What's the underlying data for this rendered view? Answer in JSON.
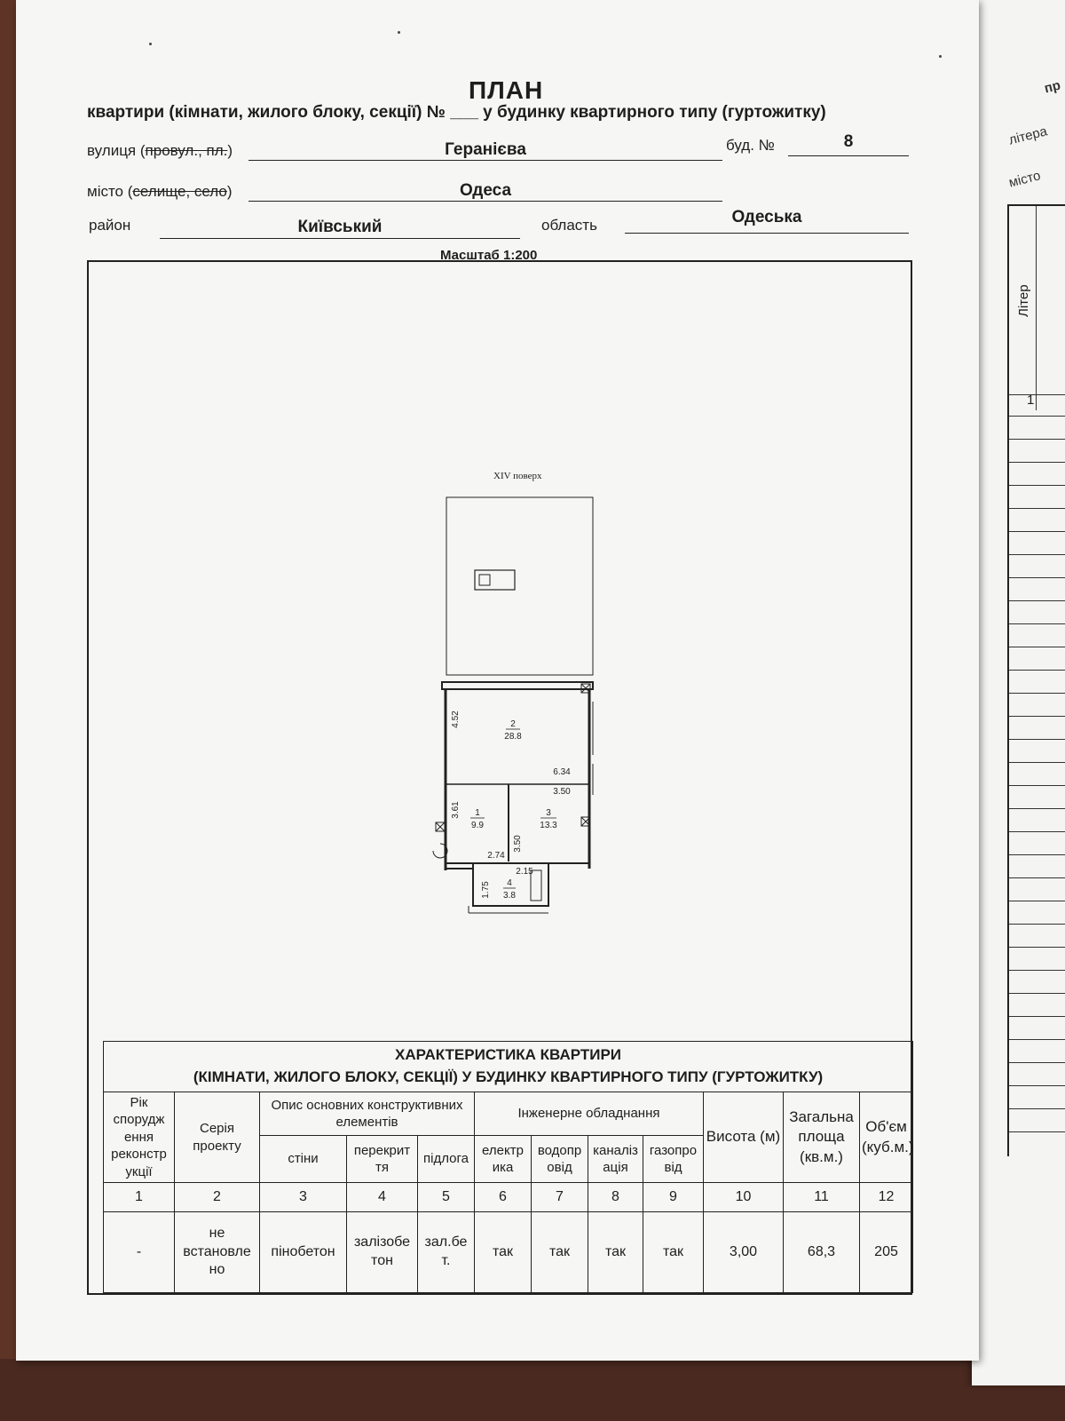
{
  "doc": {
    "title": "ПЛАН",
    "subtitle": "квартири (кімнати, жилого блоку, секції) № ___ у будинку квартирного типу (гуртожитку)",
    "street_label": "вулиця (провул., пл.)",
    "street_value": "Геранієва",
    "building_label": "буд. №",
    "building_value": "8",
    "city_label": "місто (селище, село)",
    "city_value": "Одеса",
    "district_label": "район",
    "district_value": "Київський",
    "region_label": "область",
    "region_value": "Одеська",
    "scale": "Масштаб 1:200"
  },
  "plan": {
    "floor": "XIV поверх",
    "rooms": [
      {
        "no": "2",
        "area": "28.8"
      },
      {
        "no": "1",
        "area": "9.9"
      },
      {
        "no": "3",
        "area": "13.3"
      },
      {
        "no": "4",
        "area": "3.8"
      }
    ],
    "dimensions": [
      "4.52",
      "6.34",
      "3.50",
      "3.61",
      "3.50",
      "2.74",
      "2.15",
      "1.75"
    ]
  },
  "table": {
    "title_line1": "ХАРАКТЕРИСТИКА КВАРТИРИ",
    "title_line2": "(КІМНАТИ, ЖИЛОГО БЛОКУ, СЕКЦІЇ) У БУДИНКУ КВАРТИРНОГО ТИПУ (ГУРТОЖИТКУ)",
    "col_year": "Рік спорудж ення реконстр укції",
    "col_series": "Серія проекту",
    "col_struct": "Опис основних конструктивних елементів",
    "col_walls": "стіни",
    "col_floors": "перекрит тя",
    "col_flooring": "підлога",
    "col_eng": "Інженерне обладнання",
    "col_elec": "електр ика",
    "col_water": "водопр овід",
    "col_sewer": "каналіз ація",
    "col_gas": "газопро від",
    "col_height": "Висота (м)",
    "col_area": "Загальна площа (кв.м.)",
    "col_volume": "Об'єм (куб.м.)",
    "numbers": [
      "1",
      "2",
      "3",
      "4",
      "5",
      "6",
      "7",
      "8",
      "9",
      "10",
      "11",
      "12"
    ],
    "values": {
      "year": "-",
      "series": "не встановле но",
      "walls": "пінобетон",
      "floors": "залізобе тон",
      "flooring": "зал.бе т.",
      "elec": "так",
      "water": "так",
      "sewer": "так",
      "gas": "так",
      "height": "3,00",
      "area": "68,3",
      "volume": "205"
    }
  },
  "right_sheet": {
    "text_top": "пр",
    "text_litera": "літера",
    "text_misto": "місто",
    "col_liter": "Літер",
    "row_one": "1"
  }
}
